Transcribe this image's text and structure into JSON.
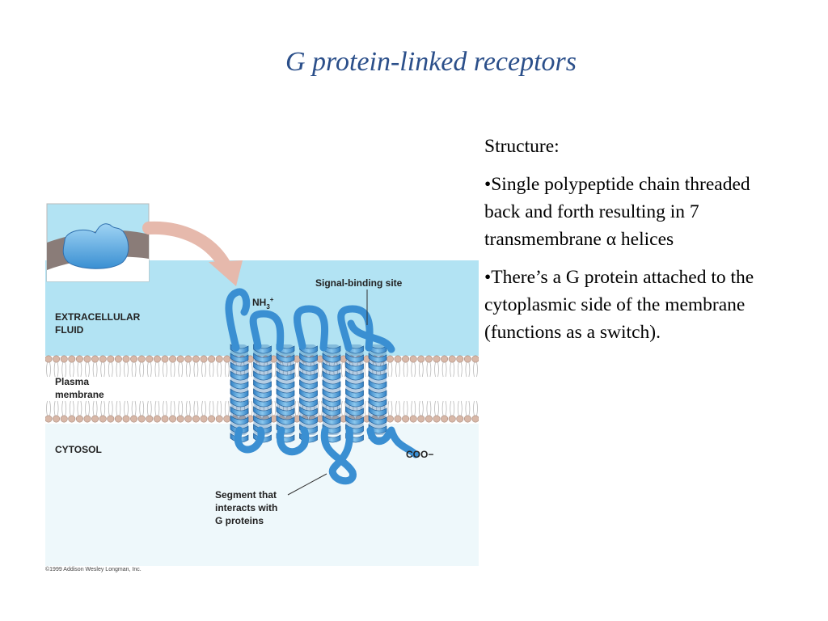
{
  "slide": {
    "title": "G protein-linked receptors"
  },
  "text": {
    "heading": "Structure:",
    "bullets": [
      "•Single polypeptide chain threaded back and forth resulting in 7 transmembrane α helices",
      "•There’s a G protein attached to the cytoplasmic side of the membrane (functions as a switch)."
    ]
  },
  "figure": {
    "labels": {
      "extracellular_line1": "EXTRACELLULAR",
      "extracellular_line2": "FLUID",
      "plasma_line1": "Plasma",
      "plasma_line2": "membrane",
      "cytosol": "CYTOSOL",
      "signal_site": "Signal-binding site",
      "nh3": "NH",
      "nh3_sub": "3",
      "nh3_sup": "+",
      "coo": "COO−",
      "segment_line1": "Segment that",
      "segment_line2": "interacts with",
      "segment_line3": "G proteins"
    },
    "copyright": "©1999 Addison Wesley Longman, Inc.",
    "helix_count": 7,
    "colors": {
      "extracellular": "#b2e3f3",
      "cytosol": "#eef8fb",
      "helix": "#4a9bd6",
      "lipid_head": "#d8b8a8",
      "arrow": "#e6b9ac",
      "title": "#2b4f8a"
    }
  }
}
